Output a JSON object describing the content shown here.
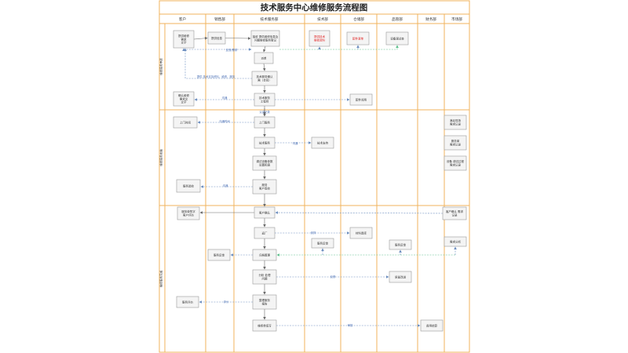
{
  "title": "技术服务中心维修服务流程图",
  "columns": [
    {
      "id": "c0",
      "label": "客户"
    },
    {
      "id": "c1",
      "label": "销售部"
    },
    {
      "id": "c2",
      "label": "技术服务部"
    },
    {
      "id": "c3",
      "label": "技术部"
    },
    {
      "id": "c4",
      "label": "仓储部"
    },
    {
      "id": "c5",
      "label": "品管部"
    },
    {
      "id": "c6",
      "label": "财务部"
    },
    {
      "id": "c7",
      "label": "市场部"
    }
  ],
  "phases": [
    {
      "id": "p1",
      "label": "维修服务申请"
    },
    {
      "id": "p2",
      "label": "维修服务实施"
    },
    {
      "id": "p3",
      "label": "维修服务完成"
    }
  ],
  "nodes": [
    {
      "id": "n_cust_req",
      "lines": [
        "提供维修",
        "需求",
        "文字"
      ],
      "color": "#333333"
    },
    {
      "id": "n_sales_info",
      "lines": [
        "提供信息"
      ],
      "color": "#333333"
    },
    {
      "id": "n_ts_receive",
      "lines": [
        "接收 提供维修信息及",
        "问题维修服务登记"
      ],
      "color": "#333333"
    },
    {
      "id": "n_tech_red",
      "lines": [
        "提供技术",
        "维修资料"
      ],
      "color": "#e02020"
    },
    {
      "id": "n_wh_red",
      "lines": [
        "配件清单"
      ],
      "color": "#e02020"
    },
    {
      "id": "n_qc_check",
      "lines": [
        "设备调试查"
      ],
      "color": "#333333"
    },
    {
      "id": "n_ts_dispatch",
      "lines": [
        "派单"
      ],
      "color": "#333333"
    },
    {
      "id": "n_ts_confirm",
      "lines": [
        "技术服务确认",
        "需（合同）"
      ],
      "color": "#333333"
    },
    {
      "id": "n_cust_confirm",
      "lines": [
        "确认维修",
        "需求文",
        "文字"
      ],
      "color": "#333333"
    },
    {
      "id": "n_ts_engineer",
      "lines": [
        "技术服务",
        "工程师"
      ],
      "color": "#333333"
    },
    {
      "id": "n_wh_parts",
      "lines": [
        "配件领用"
      ],
      "color": "#333333"
    },
    {
      "id": "n_cust_onsite",
      "lines": [
        "上门时间"
      ],
      "color": "#333333"
    },
    {
      "id": "n_ts_onsite",
      "lines": [
        "上门服务"
      ],
      "color": "#333333"
    },
    {
      "id": "n_mkt_a",
      "lines": [
        "满足现场",
        "需求记录"
      ],
      "color": "#333333"
    },
    {
      "id": "n_ts_service",
      "lines": [
        "技术服务"
      ],
      "color": "#333333"
    },
    {
      "id": "n_tech_support",
      "lines": [
        "技术支持"
      ],
      "color": "#333333"
    },
    {
      "id": "n_mkt_b",
      "lines": [
        "服务单",
        "需求记录"
      ],
      "color": "#333333"
    },
    {
      "id": "n_ts_debug",
      "lines": [
        "调试设备参数",
        "设置和调"
      ],
      "color": "#333333"
    },
    {
      "id": "n_mkt_c",
      "lines": [
        "设备 调试过程",
        "需求记录"
      ],
      "color": "#333333"
    },
    {
      "id": "n_cust_eval",
      "lines": [
        "服务验收"
      ],
      "color": "#333333"
    },
    {
      "id": "n_ts_report",
      "lines": [
        "服务",
        "客户签收"
      ],
      "color": "#333333"
    },
    {
      "id": "n_cust_sign",
      "lines": [
        "服务单签字",
        "客户评价"
      ],
      "color": "#333333"
    },
    {
      "id": "n_ts_custconfirm",
      "lines": [
        "客户确认"
      ],
      "color": "#333333"
    },
    {
      "id": "n_mkt_d",
      "lines": [
        "客户确认 需求",
        "记录"
      ],
      "color": "#333333"
    },
    {
      "id": "n_ts_return",
      "lines": [
        "返厂"
      ],
      "color": "#333333"
    },
    {
      "id": "n_wh_return",
      "lines": [
        "材料退库"
      ],
      "color": "#333333"
    },
    {
      "id": "n_tech_follow",
      "lines": [
        "服务反馈"
      ],
      "color": "#333333"
    },
    {
      "id": "n_qc_follow",
      "lines": [
        "服务反馈"
      ],
      "color": "#333333"
    },
    {
      "id": "n_mkt_e",
      "lines": [
        "需求分析"
      ],
      "color": "#333333"
    },
    {
      "id": "n_sales_follow",
      "lines": [
        "服务反馈"
      ],
      "color": "#333333"
    },
    {
      "id": "n_ts_archive",
      "lines": [
        "归档整理"
      ],
      "color": "#333333"
    },
    {
      "id": "n_ts_analysis",
      "lines": [
        "分析 处理",
        "问题"
      ],
      "color": "#333333"
    },
    {
      "id": "n_qc_quality",
      "lines": [
        "质量改进"
      ],
      "color": "#333333"
    },
    {
      "id": "n_cust_rate",
      "lines": [
        "服务评价"
      ],
      "color": "#333333"
    },
    {
      "id": "n_ts_improve",
      "lines": [
        "整理服务",
        "报告"
      ],
      "color": "#333333"
    },
    {
      "id": "n_ts_bill",
      "lines": [
        "维修单填写"
      ],
      "color": "#333333"
    },
    {
      "id": "n_fin_settle",
      "lines": [
        "费用结算"
      ],
      "color": "#333333"
    }
  ],
  "edge_labels": [
    {
      "id": "e_notify",
      "text": "反馈/需求"
    },
    {
      "id": "e_feedback",
      "text": "提供 技术支持资料、维修、服务"
    },
    {
      "id": "e_notify2",
      "text": "沟通"
    },
    {
      "id": "e_sign",
      "text": "认定记录"
    },
    {
      "id": "e_onsite",
      "text": "沟通时间"
    },
    {
      "id": "e_support",
      "text": "沟通"
    },
    {
      "id": "e_eval",
      "text": "沟通"
    },
    {
      "id": "e_return",
      "text": "安排"
    },
    {
      "id": "e_quality",
      "text": "反馈"
    },
    {
      "id": "e_rate",
      "text": "评价"
    },
    {
      "id": "e_bill",
      "text": "审核"
    }
  ],
  "colors": {
    "frame": "#f0b35c",
    "box_border": "#9a9a9a",
    "box_fill": "#f4f4f4",
    "arrow_solid": "#6a6a6a",
    "arrow_dashed": "#6c8ebf",
    "arrow_green": "#5bbf8a",
    "label": "#4a6fb5",
    "highlight": "#e02020"
  }
}
